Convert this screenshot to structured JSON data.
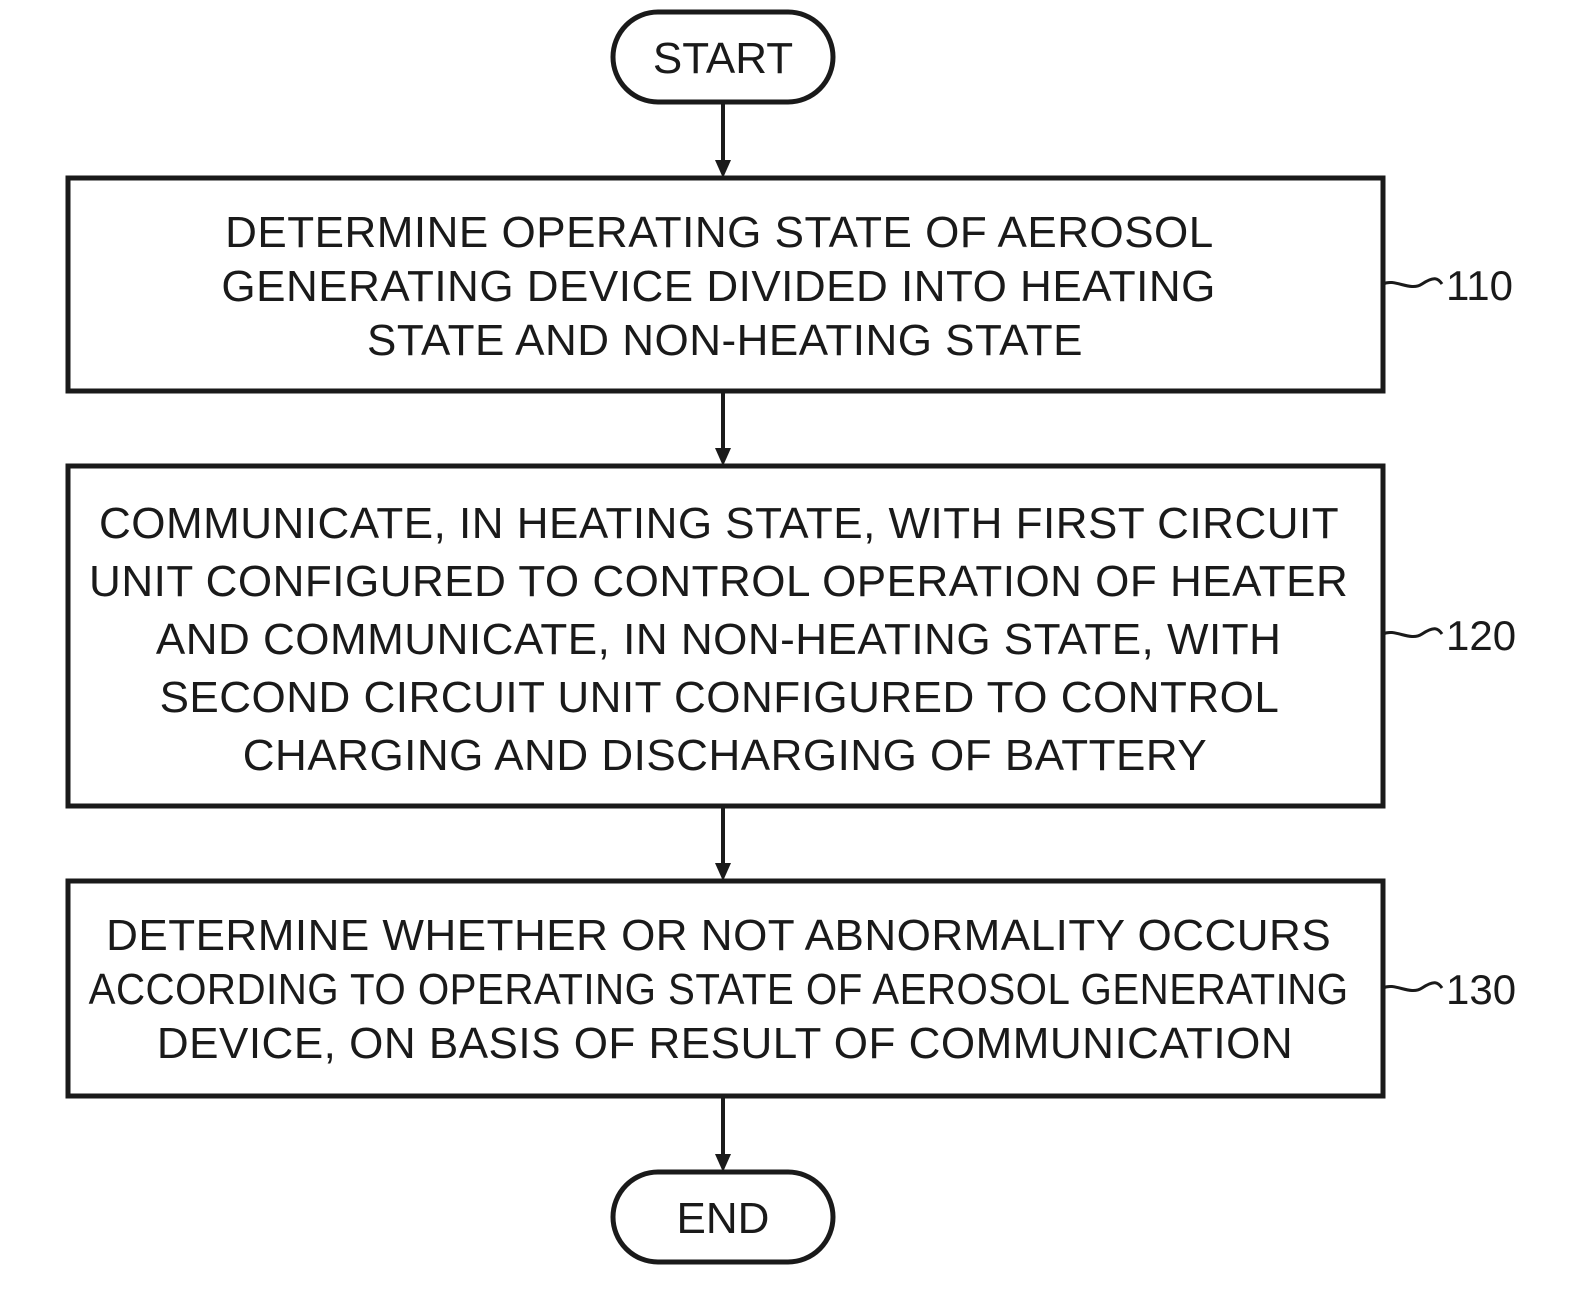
{
  "flowchart": {
    "start": {
      "label": "START"
    },
    "end": {
      "label": "END"
    },
    "steps": [
      {
        "ref": "110",
        "lines": [
          "DETERMINE OPERATING STATE OF AEROSOL",
          "GENERATING DEVICE DIVIDED INTO HEATING",
          "STATE AND NON-HEATING STATE"
        ]
      },
      {
        "ref": "120",
        "lines": [
          "COMMUNICATE, IN HEATING STATE, WITH FIRST CIRCUIT",
          "UNIT CONFIGURED TO CONTROL OPERATION OF HEATER",
          "AND COMMUNICATE, IN NON-HEATING STATE, WITH",
          "SECOND CIRCUIT UNIT CONFIGURED TO CONTROL",
          "CHARGING AND DISCHARGING OF BATTERY"
        ]
      },
      {
        "ref": "130",
        "lines": [
          "DETERMINE WHETHER OR NOT ABNORMALITY OCCURS",
          "ACCORDING TO OPERATING STATE OF AEROSOL GENERATING",
          "DEVICE, ON BASIS OF RESULT OF COMMUNICATION"
        ]
      }
    ]
  }
}
